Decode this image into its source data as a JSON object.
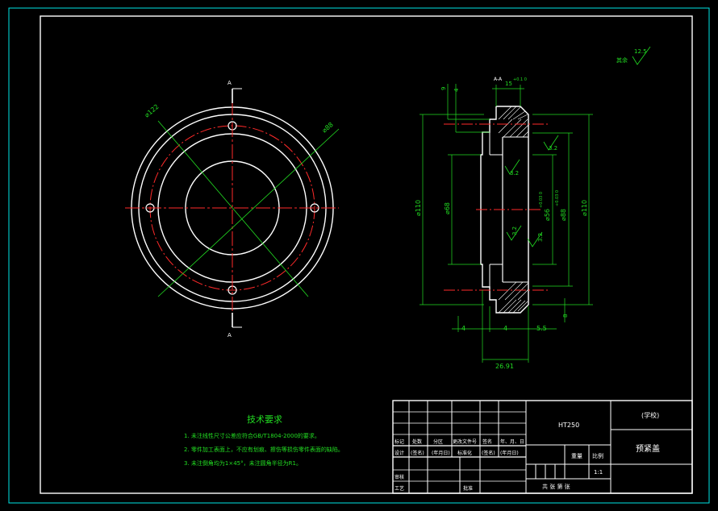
{
  "drawing": {
    "roughness_label": "其余",
    "roughness_value": "12.5",
    "section_label": "A-A",
    "view_cut_label": "A",
    "colors": {
      "outline": "#ffffff",
      "center": "#ff2a2a",
      "dimension": "#22dd22",
      "frame": "#00e5e5"
    }
  },
  "front_view": {
    "dim_outer": "⌀122",
    "dim_bolt_circle": "⌀88"
  },
  "section_view": {
    "dim_top_width": "15",
    "dim_top_tol": "+0.1 0",
    "dim_step_top": "9",
    "dim_step_top2": "4",
    "dim_bore": "⌀68",
    "dim_outer_left": "⌀110",
    "dim_outer_right": "⌀110",
    "dim_inner1": "⌀56",
    "dim_inner1_tol": "+0.03 0",
    "dim_inner2": "⌀88",
    "dim_inner2_tol": "+0.03 0",
    "rough_a": "3.2",
    "rough_b": "3.2",
    "rough_c": "3.2",
    "rough_d": "3.2",
    "dim_bottom_step": "8",
    "dim_w1": "4",
    "dim_w2": "4",
    "dim_w3": "5.5",
    "dim_total": "26.91"
  },
  "tech_requirements": {
    "title": "技术要求",
    "items": [
      "1. 未注线性尺寸公差应符合GB/T1804-2000的要求。",
      "2. 零件加工表面上，不应有划痕、擦伤等损伤零件表面的缺陷。",
      "3. 未注倒角均为1×45°，未注圆角半径为R1。"
    ]
  },
  "title_block": {
    "material": "HT250",
    "school": "(学校)",
    "part_name": "预紧盖",
    "row_headers": [
      "标记",
      "处数",
      "分区",
      "更改文件号",
      "签名",
      "年、月、日"
    ],
    "design_row": [
      "设计",
      "(签名)",
      "(年月日)",
      "标准化",
      "(签名)",
      "(年月日)"
    ],
    "review": "审核",
    "process": "工艺",
    "approve": "批准",
    "weight": "重量",
    "scale_label": "比例",
    "scale_value": "1:1",
    "sheet_info": "共 张 第 张"
  }
}
